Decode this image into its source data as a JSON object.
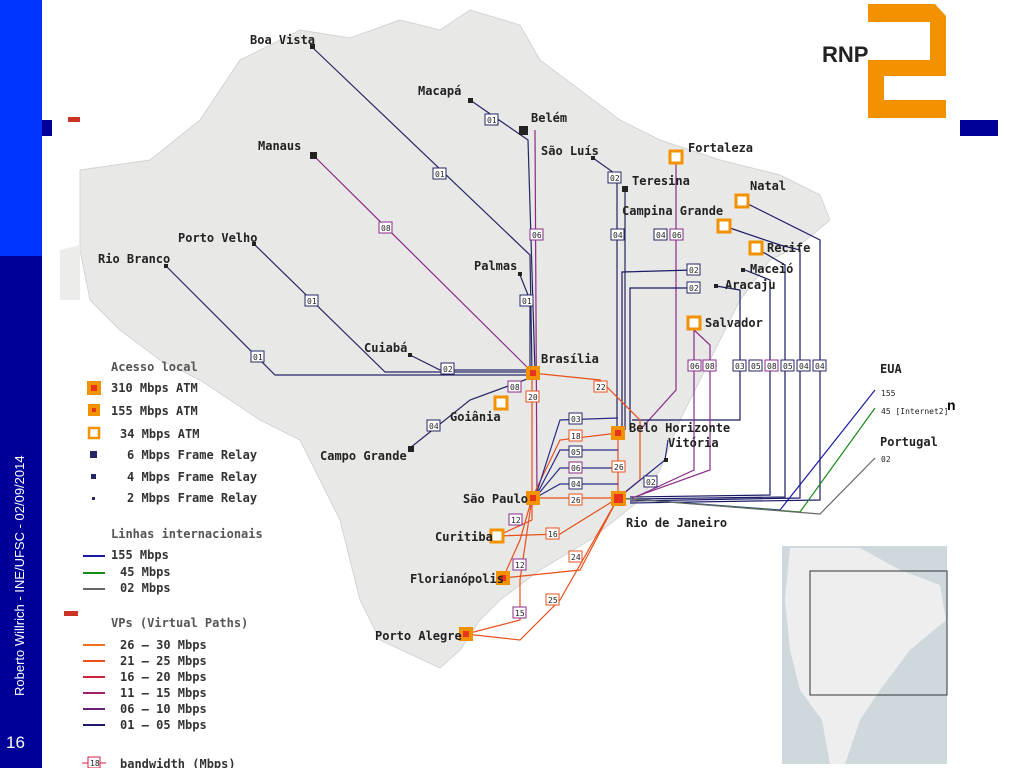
{
  "slide": {
    "author_footer": "Roberto Willrich - INE/UFSC - 02/09/2014",
    "page_number": "16"
  },
  "logo": {
    "text": "RNP",
    "color": "#f39200"
  },
  "colors": {
    "sidebar": "#000099",
    "sidebar_top": "#0033ff",
    "atm": "#f39200",
    "atm_core": "#e8341c",
    "frame_relay": "#1a1a4d"
  },
  "cities": {
    "boa_vista": "Boa Vista",
    "macapa": "Macapá",
    "belem": "Belém",
    "manaus": "Manaus",
    "sao_luis": "São Luís",
    "fortaleza": "Fortaleza",
    "teresina": "Teresina",
    "natal": "Natal",
    "campina_grande": "Campina Grande",
    "recife": "Recife",
    "porto_velho": "Porto Velho",
    "rio_branco": "Rio Branco",
    "palmas": "Palmas",
    "maceio": "Maceió",
    "aracaju": "Aracaju",
    "salvador": "Salvador",
    "cuiaba": "Cuiabá",
    "brasilia": "Brasília",
    "goiania": "Goiânia",
    "belo_horizonte": "Belo Horizonte",
    "vitoria": "Vitória",
    "campo_grande": "Campo Grande",
    "sao_paulo": "São Paulo",
    "rio_de_janeiro": "Rio de Janeiro",
    "curitiba": "Curitiba",
    "florianopolis": "Florianópolis",
    "porto_alegre": "Porto Alegre"
  },
  "international": {
    "eua": "EUA",
    "eua_155": "155",
    "eua_45": "45 [Internet2]",
    "stray": "n",
    "portugal": "Portugal",
    "portugal_02": "02"
  },
  "legend": {
    "access_title": "Acesso local",
    "access_items": [
      "310 Mbps ATM",
      "155 Mbps ATM",
      "34 Mbps ATM",
      "6 Mbps Frame Relay",
      "4 Mbps Frame Relay",
      "2 Mbps Frame Relay"
    ],
    "intl_title": "Linhas internacionais",
    "intl_items": [
      "155 Mbps",
      "45 Mbps",
      "02 Mbps"
    ],
    "vp_title": "VPs (Virtual Paths)",
    "vp_items": [
      "26 – 30 Mbps",
      "21 – 25 Mbps",
      "16 – 20 Mbps",
      "11 – 15 Mbps",
      "06 – 10 Mbps",
      "01 – 05 Mbps"
    ],
    "bandwidth_box": "18",
    "bandwidth_label": "bandwidth (Mbps)"
  },
  "link_labels": {
    "boa_vista": "01",
    "macapa": "01",
    "manaus": "08",
    "sao_luis": "02",
    "porto_velho": "01",
    "rio_branco": "01",
    "palmas": "01",
    "cuiaba": "02",
    "belem": "06",
    "teresina": "04",
    "fortaleza_a": "04",
    "fortaleza_b": "06",
    "maceio": "02",
    "aracaju": "02",
    "ne1": "06",
    "ne2": "08",
    "ne3": "03",
    "ne4": "05",
    "ne5": "08",
    "ne6": "05",
    "ne7": "04",
    "ne8": "04",
    "goiania": "08",
    "bsb_sp": "20",
    "bsb_rj": "22",
    "campo_grande": "04",
    "bh1": "03",
    "bh2": "18",
    "bh3": "05",
    "bh4": "06",
    "bh5": "04",
    "rj_bh": "26",
    "sp_rj": "26",
    "vitoria": "02",
    "curitiba_sp": "12",
    "curitiba_rj": "16",
    "floripa_sp": "12",
    "floripa_rj": "24",
    "poa_sp": "15",
    "poa_rj": "25"
  }
}
